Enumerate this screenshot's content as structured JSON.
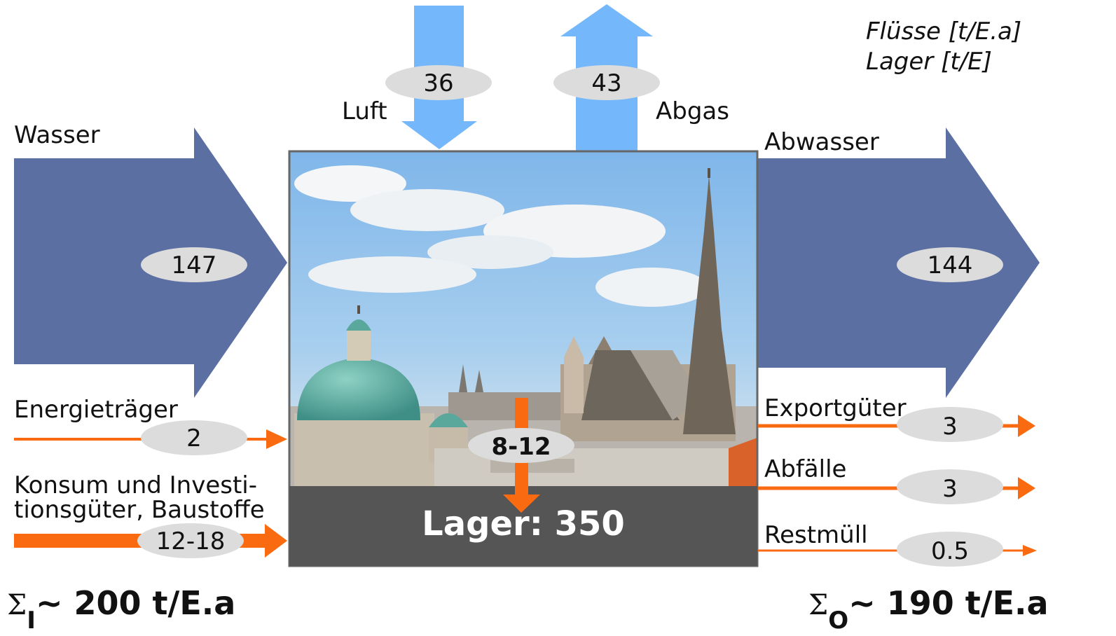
{
  "units": {
    "flows": "Flüsse [t/E.a]",
    "stock": "Lager [t/E]"
  },
  "inputs": {
    "air": {
      "label": "Luft",
      "value": "36"
    },
    "water": {
      "label": "Wasser",
      "value": "147"
    },
    "energy": {
      "label": "Energieträger",
      "value": "2"
    },
    "goods": {
      "label_line1": "Konsum und Investi-",
      "label_line2": "tionsgüter, Baustoffe",
      "value": "12-18"
    }
  },
  "outputs": {
    "exhaust": {
      "label": "Abgas",
      "value": "43"
    },
    "wastewater": {
      "label": "Abwasser",
      "value": "144"
    },
    "exports": {
      "label": "Exportgüter",
      "value": "3"
    },
    "waste": {
      "label": "Abfälle",
      "value": "3"
    },
    "residual": {
      "label": "Restmüll",
      "value": "0.5"
    }
  },
  "stock": {
    "accumulation": "8-12",
    "label": "Lager: 350"
  },
  "totals": {
    "input": {
      "symbol": "Σ",
      "subscript": "I",
      "text": "~ 200 t/E.a"
    },
    "output": {
      "symbol": "Σ",
      "subscript": "O",
      "text": "~ 190 t/E.a"
    }
  },
  "colors": {
    "water_arrow": "#5b6fa3",
    "air_arrow": "#74b8fb",
    "material_arrow": "#fa6a10",
    "value_pill": "#dcdcdc",
    "stock_band": "#555555"
  }
}
